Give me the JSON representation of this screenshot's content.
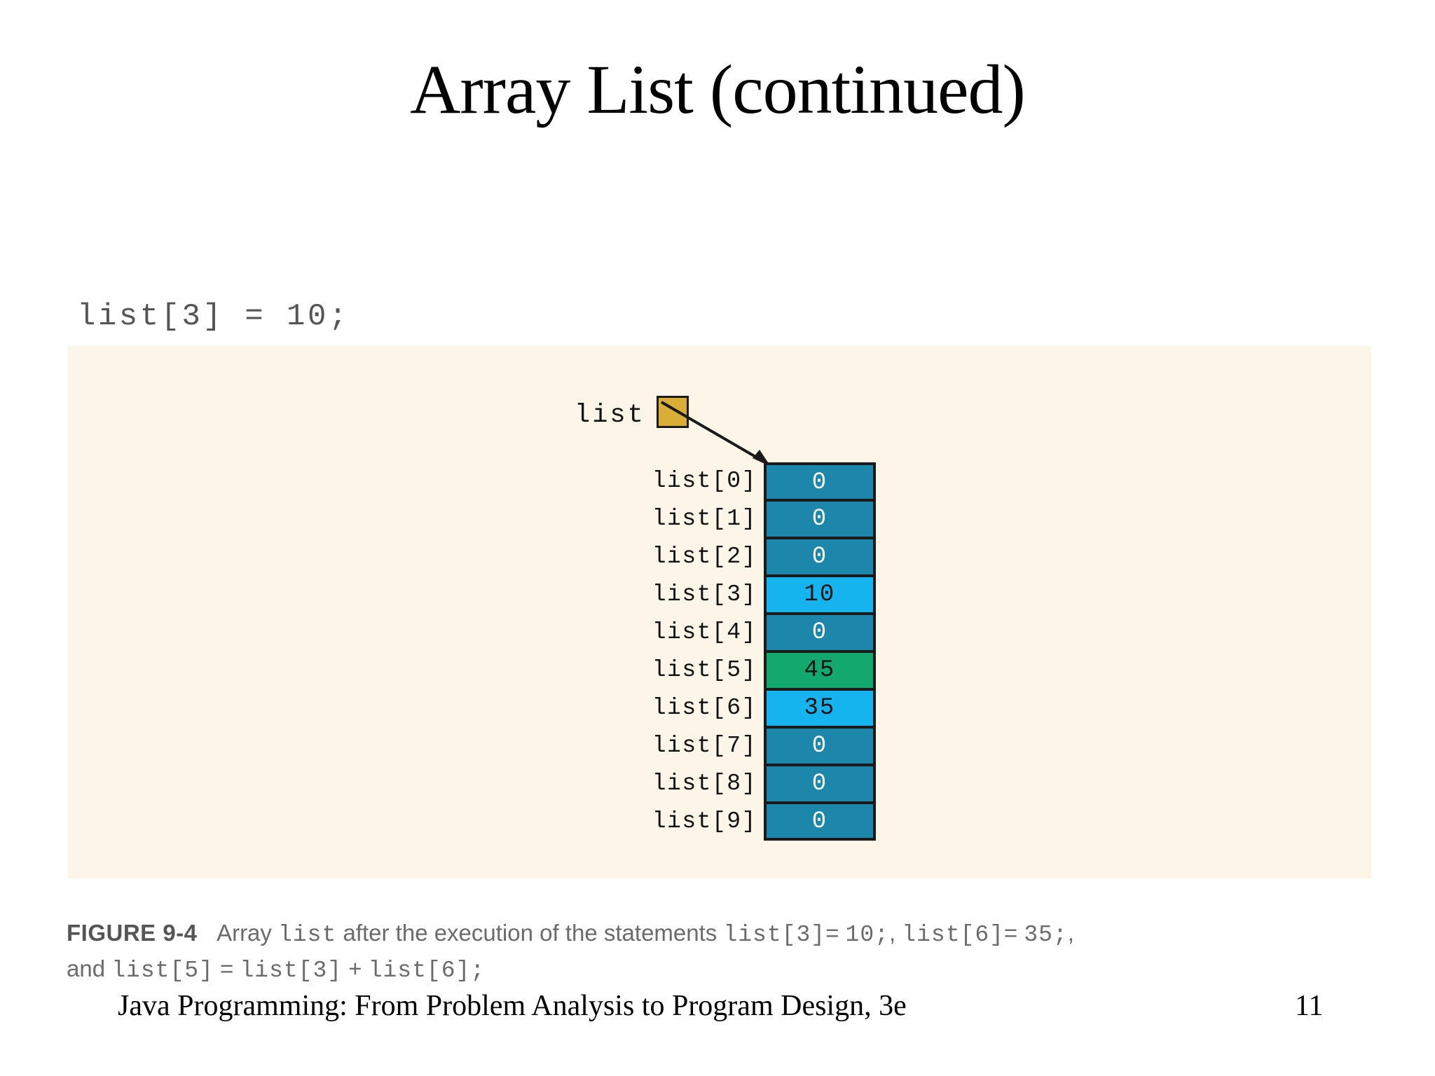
{
  "slide": {
    "title": "Array List (continued)",
    "page_number": "11",
    "footer": "Java Programming: From Problem Analysis to Program Design, 3e"
  },
  "code": {
    "lines": [
      "list[3] = 10;",
      "list[6] = 35;",
      "list[5] = list[3] + list[6];"
    ]
  },
  "figure": {
    "panel_background": "#fdf5e7",
    "pointer": {
      "label": "list",
      "box_color": "#d9ad36",
      "box_border_color": "#1a1a1a",
      "arrow_target": "list[0]"
    },
    "colors": {
      "default_cell": "#1d86ab",
      "default_text": "#ffffff",
      "assigned_cell": "#16b4ee",
      "assigned_text": "#111111",
      "computed_cell": "#12a86e",
      "computed_text": "#111111",
      "cell_border": "#1a1a1a"
    },
    "cells": [
      {
        "index": "list[0]",
        "value": "0",
        "fill": "#1d86ab",
        "text_color": "#ffffff"
      },
      {
        "index": "list[1]",
        "value": "0",
        "fill": "#1d86ab",
        "text_color": "#ffffff"
      },
      {
        "index": "list[2]",
        "value": "0",
        "fill": "#1d86ab",
        "text_color": "#ffffff"
      },
      {
        "index": "list[3]",
        "value": "10",
        "fill": "#16b4ee",
        "text_color": "#111111"
      },
      {
        "index": "list[4]",
        "value": "0",
        "fill": "#1d86ab",
        "text_color": "#ffffff"
      },
      {
        "index": "list[5]",
        "value": "45",
        "fill": "#12a86e",
        "text_color": "#111111"
      },
      {
        "index": "list[6]",
        "value": "35",
        "fill": "#16b4ee",
        "text_color": "#111111"
      },
      {
        "index": "list[7]",
        "value": "0",
        "fill": "#1d86ab",
        "text_color": "#ffffff"
      },
      {
        "index": "list[8]",
        "value": "0",
        "fill": "#1d86ab",
        "text_color": "#ffffff"
      },
      {
        "index": "list[9]",
        "value": "0",
        "fill": "#1d86ab",
        "text_color": "#ffffff"
      }
    ],
    "caption": {
      "figure_number": "FIGURE 9-4",
      "text_1": "Array ",
      "mono_1": "list",
      "text_2": " after the execution of the statements ",
      "mono_2": "list[3]",
      "text_3": "= ",
      "mono_3": "10;",
      "text_4": ", ",
      "mono_4": "list[6]",
      "text_5": "= ",
      "mono_5": "35;",
      "text_6": ",",
      "line2_text_1": "and ",
      "line2_mono_1": "list[5]",
      "line2_text_2": " = ",
      "line2_mono_2": "list[3]",
      "line2_text_3": " + ",
      "line2_mono_3": "list[6];"
    }
  }
}
